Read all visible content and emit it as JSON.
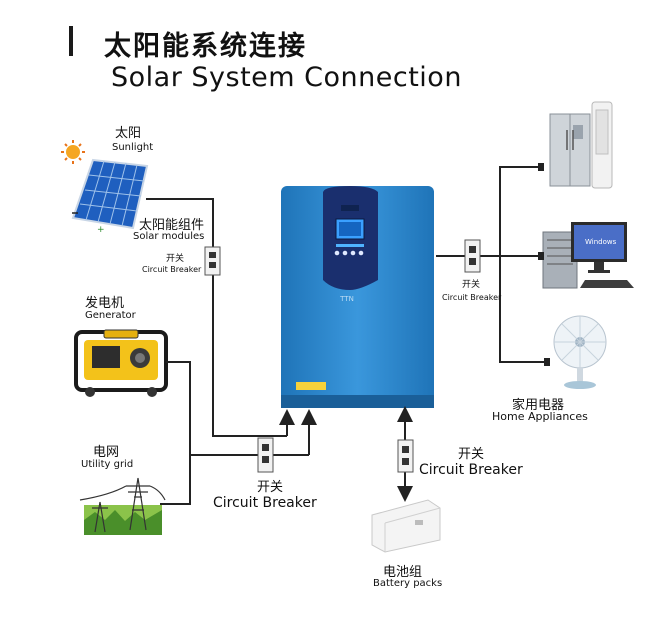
{
  "header": {
    "title_cn": "太阳能系统连接",
    "title_en": "Solar System Connection"
  },
  "sources": {
    "sun": {
      "label_cn": "太阳",
      "label_en": "Sunlight"
    },
    "solar_modules": {
      "label_cn": "太阳能组件",
      "label_en": "Solar modules"
    },
    "generator": {
      "label_cn": "发电机",
      "label_en": "Generator"
    },
    "utility_grid": {
      "label_cn": "电网",
      "label_en": "Utility grid"
    }
  },
  "breakers": {
    "solar": {
      "label_cn": "开关",
      "label_en": "Circuit Breaker"
    },
    "input": {
      "label_cn": "开关",
      "label_en": "Circuit Breaker"
    },
    "battery": {
      "label_cn": "开关",
      "label_en": "Circuit Breaker"
    },
    "output": {
      "label_cn": "开关",
      "label_en": "Circuit Breaker"
    }
  },
  "inverter": {
    "brand_mark": "TTN"
  },
  "loads": {
    "label_cn": "家用电器",
    "label_en": "Home Appliances",
    "pc_screen_text": "Windows"
  },
  "battery": {
    "label_cn": "电池组",
    "label_en": "Battery packs"
  },
  "colors": {
    "inverter_blue": "#2b86cf",
    "inverter_dark": "#1d6fb0",
    "wire": "#222222",
    "sun": "#f5a623",
    "panel": "#1f5fbf"
  }
}
